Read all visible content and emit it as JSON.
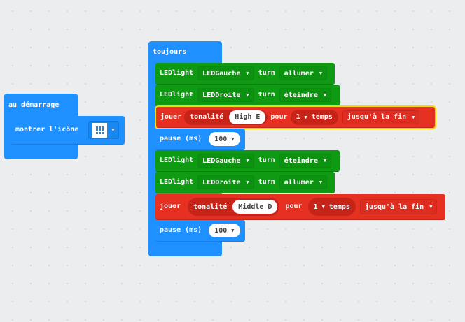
{
  "on_start": {
    "label": "au démarrage",
    "show_icon_label": "montrer l'icône",
    "icon": "square-outline-icon"
  },
  "forever": {
    "label": "toujours",
    "blocks": [
      {
        "type": "led",
        "prefix": "LEDlight",
        "pin": "LEDGauche",
        "turn": "turn",
        "state": "allumer"
      },
      {
        "type": "led",
        "prefix": "LEDlight",
        "pin": "LEDDroite",
        "turn": "turn",
        "state": "éteindre"
      },
      {
        "type": "tone",
        "play": "jouer",
        "tone_label": "tonalité",
        "note": "High E",
        "for": "pour",
        "beats": "1",
        "beats_unit": "temps",
        "mode": "jusqu'à la fin"
      },
      {
        "type": "pause",
        "label": "pause (ms)",
        "value": "100"
      },
      {
        "type": "led",
        "prefix": "LEDlight",
        "pin": "LEDGauche",
        "turn": "turn",
        "state": "éteindre"
      },
      {
        "type": "led",
        "prefix": "LEDlight",
        "pin": "LEDDroite",
        "turn": "turn",
        "state": "allumer"
      },
      {
        "type": "tone",
        "play": "jouer",
        "tone_label": "tonalité",
        "note": "Middle D",
        "for": "pour",
        "beats": "1",
        "beats_unit": "temps",
        "mode": "jusqu'à la fin"
      },
      {
        "type": "pause",
        "label": "pause (ms)",
        "value": "100"
      }
    ]
  },
  "colors": {
    "workspace": "#ecedef",
    "basic": "#1e90ff",
    "led": "#0e9a12",
    "music": "#e63022",
    "selection": "#ffd400"
  }
}
